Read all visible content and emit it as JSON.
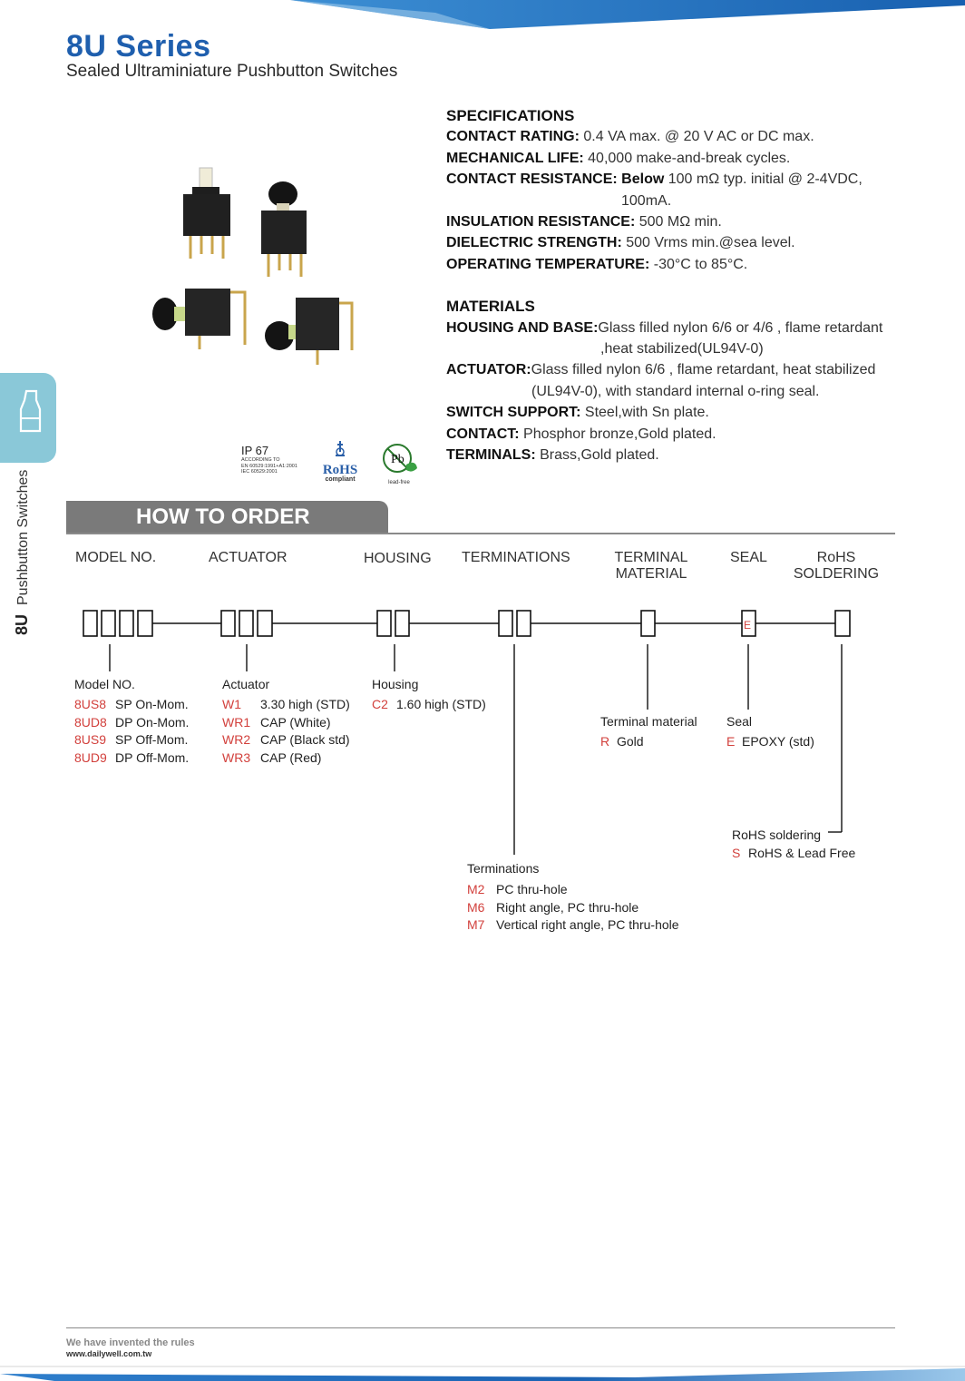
{
  "header": {
    "title": "8U Series",
    "subtitle": "Sealed Ultraminiature Pushbutton Switches"
  },
  "side": {
    "code": "8U",
    "category": "Pushbutton Switches"
  },
  "specifications": {
    "heading": "SPECIFICATIONS",
    "items": [
      {
        "key": "CONTACT RATING:",
        "value": " 0.4 VA max. @ 20 V AC or DC max."
      },
      {
        "key": "MECHANICAL LIFE:",
        "value": " 40,000 make-and-break cycles."
      },
      {
        "key": "CONTACT RESISTANCE:",
        "bold_value": " Below",
        "value": " 100 mΩ typ. initial @ 2-4VDC,",
        "cont": "100mA."
      },
      {
        "key": "INSULATION RESISTANCE:",
        "value": " 500 MΩ min."
      },
      {
        "key": "DIELECTRIC STRENGTH:",
        "value": " 500 Vrms min.@sea level."
      },
      {
        "key": "OPERATING TEMPERATURE:",
        "value": " -30°C to 85°C."
      }
    ]
  },
  "materials": {
    "heading": "MATERIALS",
    "items": [
      {
        "key": "HOUSING AND BASE:",
        "value": "Glass filled nylon 6/6 or 4/6 , flame retardant",
        "cont": ",heat stabilized(UL94V-0)"
      },
      {
        "key": "ACTUATOR:",
        "value": "Glass filled nylon 6/6 , flame retardant, heat stabilized",
        "cont": "(UL94V-0), with standard internal o-ring seal."
      },
      {
        "key": "SWITCH SUPPORT:",
        "value": " Steel,with Sn plate."
      },
      {
        "key": "CONTACT:",
        "value": " Phosphor bronze,Gold plated."
      },
      {
        "key": "TERMINALS:",
        "value": " Brass,Gold plated."
      }
    ]
  },
  "certs": {
    "ip": "IP 67",
    "ip_lines": [
      "ACCORDING TO",
      "EN 60529:1991+A1:2001",
      "IEC 60529:2001"
    ],
    "rohs": "RoHS",
    "rohs_sub": "compliant",
    "pb": "Pb",
    "pb_sub": "lead-free"
  },
  "order": {
    "title": "HOW TO ORDER",
    "columns": [
      "MODEL NO.",
      "ACTUATOR",
      "HOUSING",
      "TERMINATIONS",
      "TERMINAL\nMATERIAL",
      "SEAL",
      "RoHS\nSOLDERING"
    ],
    "seal_box_letter": "E",
    "model": {
      "title": "Model NO.",
      "options": [
        {
          "code": "8US8",
          "desc": "SP On-Mom."
        },
        {
          "code": "8UD8",
          "desc": "DP On-Mom."
        },
        {
          "code": "8US9",
          "desc": "SP Off-Mom."
        },
        {
          "code": "8UD9",
          "desc": "DP Off-Mom."
        }
      ]
    },
    "actuator": {
      "title": "Actuator",
      "options": [
        {
          "code": "W1",
          "desc": "3.30 high (STD)"
        },
        {
          "code": "WR1",
          "desc": "CAP (White)"
        },
        {
          "code": "WR2",
          "desc": "CAP (Black std)"
        },
        {
          "code": "WR3",
          "desc": "CAP (Red)"
        }
      ]
    },
    "housing": {
      "title": "Housing",
      "options": [
        {
          "code": "C2",
          "desc": "1.60 high (STD)"
        }
      ]
    },
    "terminal_material": {
      "title": "Terminal material",
      "options": [
        {
          "code": "R",
          "desc": "Gold"
        }
      ]
    },
    "seal": {
      "title": "Seal",
      "options": [
        {
          "code": "E",
          "desc": "EPOXY (std)"
        }
      ]
    },
    "rohs": {
      "title": "RoHS soldering",
      "options": [
        {
          "code": "S",
          "desc": "RoHS & Lead Free"
        }
      ]
    },
    "terminations": {
      "title": "Terminations",
      "options": [
        {
          "code": "M2",
          "desc": "PC thru-hole"
        },
        {
          "code": "M6",
          "desc": "Right angle, PC thru-hole"
        },
        {
          "code": "M7",
          "desc": "Vertical right angle, PC thru-hole"
        }
      ]
    }
  },
  "footer": {
    "slogan": "We have invented the rules",
    "url": "www.dailywell.com.tw"
  },
  "colors": {
    "brand_blue": "#1f5fae",
    "code_red": "#d2403c",
    "tab_teal": "#8ac8d8",
    "bar_gray": "#7a7a7a"
  }
}
